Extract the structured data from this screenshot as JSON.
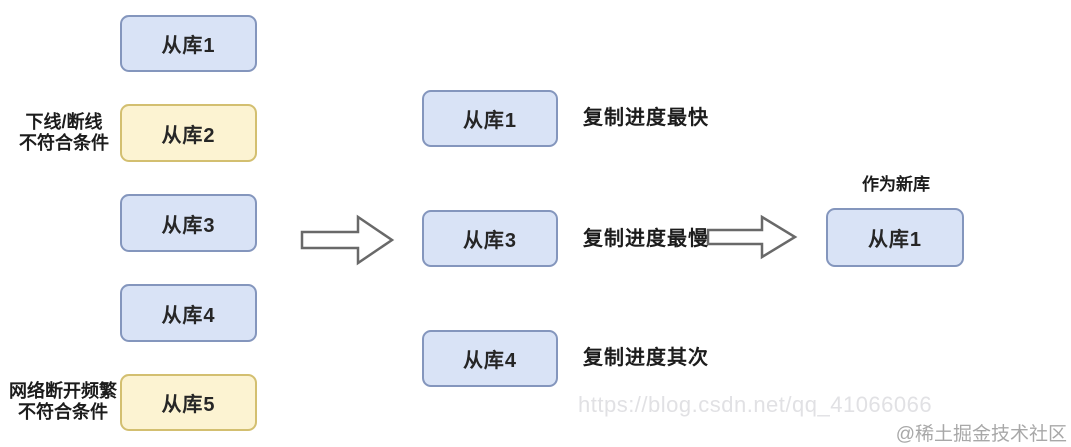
{
  "colors": {
    "box_blue_fill": "#d9e3f6",
    "box_blue_border": "#8496bd",
    "box_yellow_fill": "#fcf3d2",
    "box_yellow_border": "#d3bf70",
    "arrow_outline": "#696969",
    "watermark_light": "#e1e1e4",
    "watermark_dark": "#a8a8a8"
  },
  "left_column": {
    "boxes": [
      {
        "label": "从库1",
        "variant": "blue"
      },
      {
        "label": "从库2",
        "variant": "yellow"
      },
      {
        "label": "从库3",
        "variant": "blue"
      },
      {
        "label": "从库4",
        "variant": "blue"
      },
      {
        "label": "从库5",
        "variant": "yellow"
      }
    ],
    "annotations": [
      {
        "line1": "下线/断线",
        "line2": "不符合条件"
      },
      {
        "line1": "网络断开频繁",
        "line2": "不符合条件"
      }
    ]
  },
  "middle_column": {
    "boxes": [
      {
        "label": "从库1",
        "note": "复制进度最快"
      },
      {
        "label": "从库3",
        "note": "复制进度最慢"
      },
      {
        "label": "从库4",
        "note": "复制进度其次"
      }
    ]
  },
  "right_column": {
    "caption": "作为新库",
    "box": {
      "label": "从库1"
    }
  },
  "watermarks": {
    "csdn": "https://blog.csdn.net/qq_41066066",
    "juejin": "@稀土掘金技术社区"
  }
}
